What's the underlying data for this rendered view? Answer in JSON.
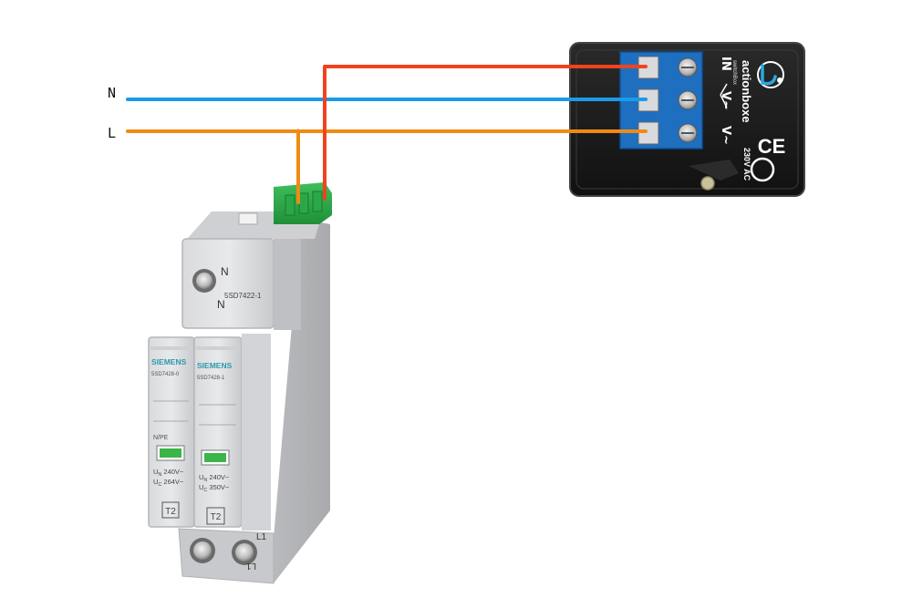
{
  "wiring": {
    "neutral_label": "N",
    "line_label": "L",
    "colors": {
      "neutral": "#1A9BE8",
      "line": "#F08A14",
      "switch_feed": "#F0421E"
    }
  },
  "spd": {
    "top_module": {
      "terminal_top_label": "N",
      "terminal_bottom_label": "N",
      "model": "5SD7422-1"
    },
    "left_module": {
      "brand": "SIEMENS",
      "model": "5SD7428-0",
      "type_label": "N/PE",
      "un_value": "240V~",
      "uc_value": "264V~",
      "class_label": "T2"
    },
    "right_module": {
      "brand": "SIEMENS",
      "model": "5SD7428-1",
      "un_value": "240V~",
      "uc_value": "350V~",
      "class_label": "T2"
    },
    "bottom": {
      "l1_label_top": "L1",
      "l1_label_bottom": "L1"
    },
    "symbols": {
      "u_n": "U",
      "u_n_sub": "N",
      "u_c": "U",
      "u_c_sub": "C"
    }
  },
  "relay": {
    "brand": "actionboxe",
    "subtitle": "switchBox",
    "in_label": "IN",
    "v_label_1": "V~",
    "v_label_2": "V~",
    "voltage": "230V AC",
    "ce_mark": "CE"
  }
}
